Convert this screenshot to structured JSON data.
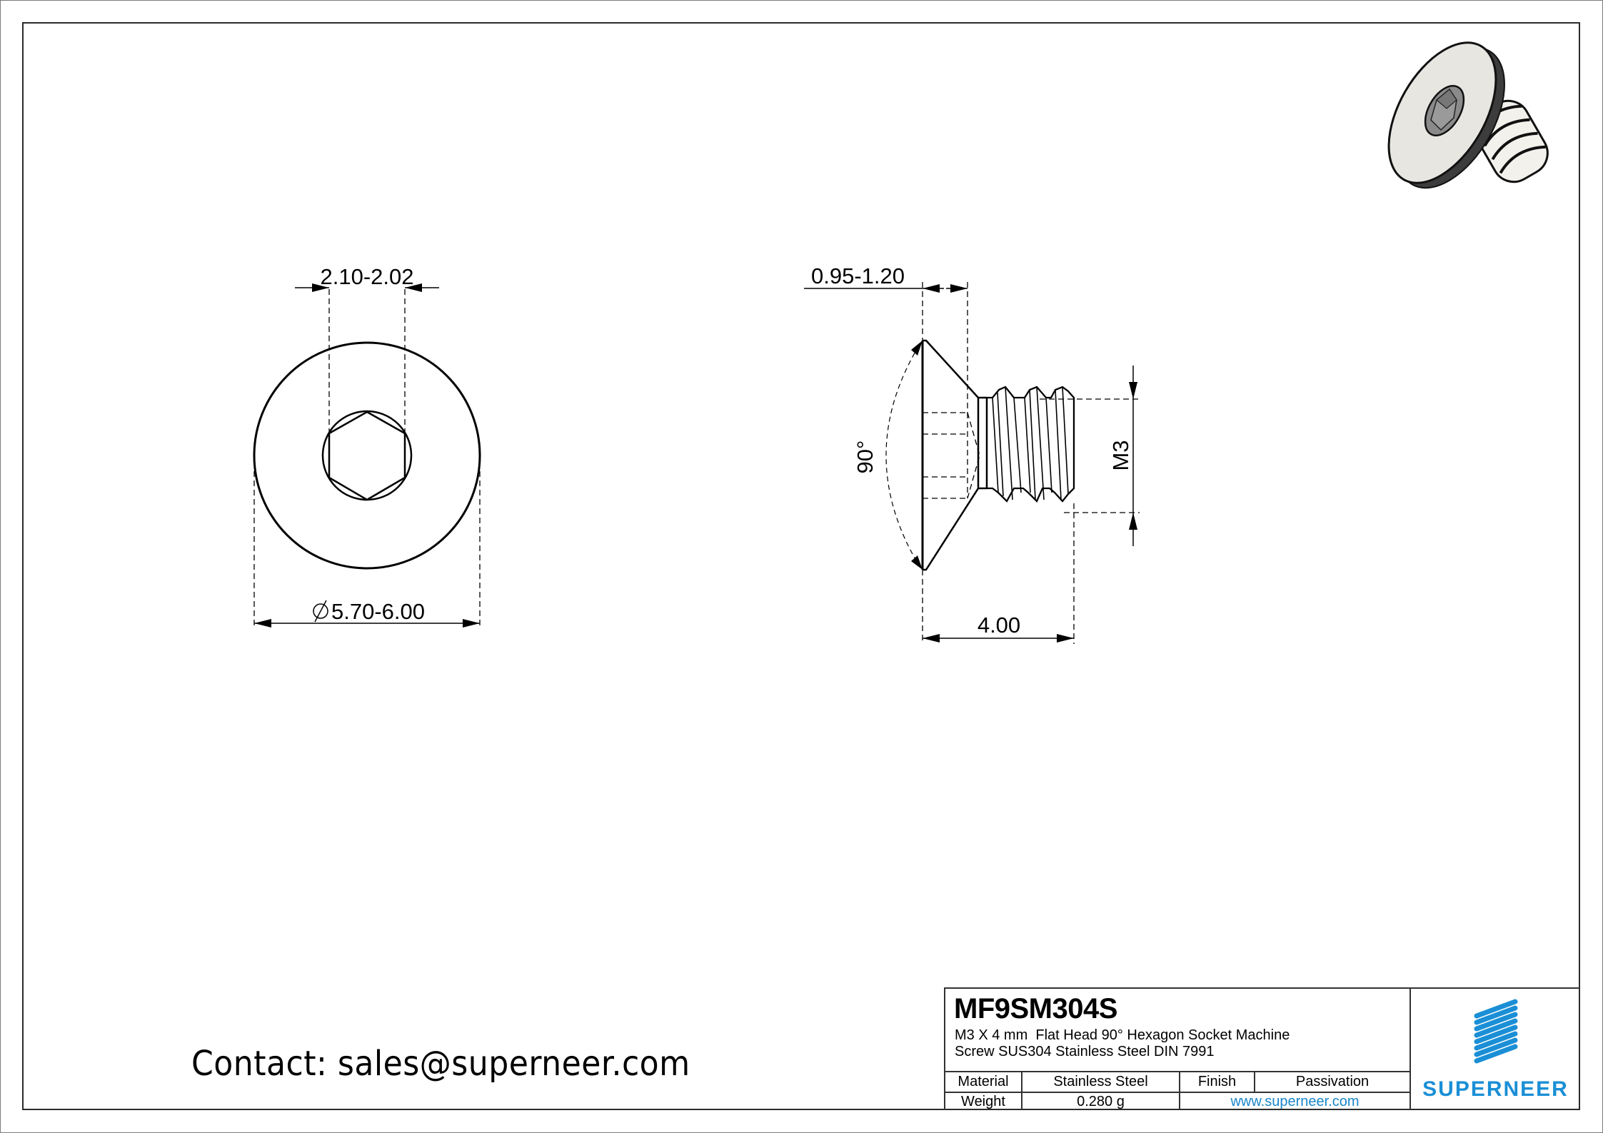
{
  "drawing": {
    "front_view": {
      "hex_socket_dim": "2.10-2.02",
      "head_diameter_dim": "5.70-6.00",
      "diameter_symbol": "⌀"
    },
    "side_view": {
      "head_height_dim": "0.95-1.20",
      "countersink_angle": "90°",
      "thread_size": "M3",
      "length_dim": "4.00"
    },
    "render_3d": {
      "description": "isometric-flat-head-hex-socket-screw",
      "colors": {
        "face": "#e8e6e1",
        "socket": "#8a8a8a",
        "shadow": "#3c3c3c"
      }
    }
  },
  "contact": {
    "text": "Contact: sales@superneer.com"
  },
  "title_block": {
    "part_number": "MF9SM304S",
    "description_line1": "M3 X 4 mm  Flat Head 90° Hexagon Socket Machine",
    "description_line2": "Screw SUS304 Stainless Steel DIN 7991",
    "material_label": "Material",
    "material_value": "Stainless Steel",
    "finish_label": "Finish",
    "finish_value": "Passivation",
    "weight_label": "Weight",
    "weight_value": "0.280 g",
    "website": "www.superneer.com",
    "logo_text": "SUPERNEER",
    "brand_color": "#1a8fd6"
  }
}
